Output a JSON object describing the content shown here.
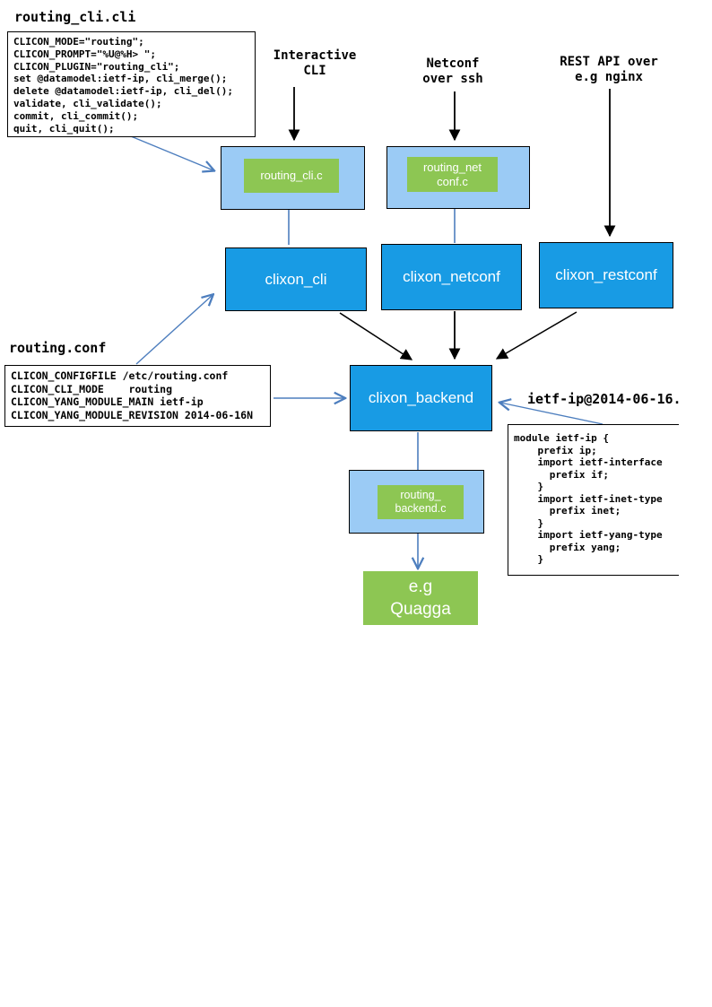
{
  "colors": {
    "node_blue": "#189BE4",
    "container_blue": "#9BCBF5",
    "plugin_green": "#8DC653",
    "arrow_blue": "#4D7EBE",
    "text_white": "#FFFFFF",
    "text_black": "#000000"
  },
  "files": {
    "cli": {
      "title": "routing_cli.cli",
      "code": "CLICON_MODE=\"routing\";\nCLICON_PROMPT=\"%U@%H> \";\nCLICON_PLUGIN=\"routing_cli\";\nset @datamodel:ietf-ip, cli_merge();\ndelete @datamodel:ietf-ip, cli_del();\nvalidate, cli_validate();\ncommit, cli_commit();\nquit, cli_quit();"
    },
    "conf": {
      "title": "routing.conf",
      "code": "CLICON_CONFIGFILE /etc/routing.conf\nCLICON_CLI_MODE    routing\nCLICON_YANG_MODULE_MAIN ietf-ip\nCLICON_YANG_MODULE_REVISION 2014-06-16N"
    },
    "yang": {
      "title": "ietf-ip@2014-06-16.",
      "code": "module ietf-ip {\n    prefix ip;\n    import ietf-interface\n      prefix if;\n    }\n    import ietf-inet-type\n      prefix inet;\n    }\n    import ietf-yang-type\n      prefix yang;\n    }"
    }
  },
  "entry_points": {
    "interactive_cli": "Interactive\nCLI",
    "netconf": "Netconf\nover ssh",
    "restconf": "REST API over\ne.g nginx"
  },
  "nodes": {
    "clixon_cli": "clixon_cli",
    "clixon_netconf": "clixon_netconf",
    "clixon_restconf": "clixon_restconf",
    "clixon_backend": "clixon_backend",
    "quagga": "e.g\nQuagga"
  },
  "plugins": {
    "routing_cli_c": "routing_cli.c",
    "routing_netconf_c": "routing_net\nconf.c",
    "routing_backend_c": "routing_\nbackend.c"
  }
}
